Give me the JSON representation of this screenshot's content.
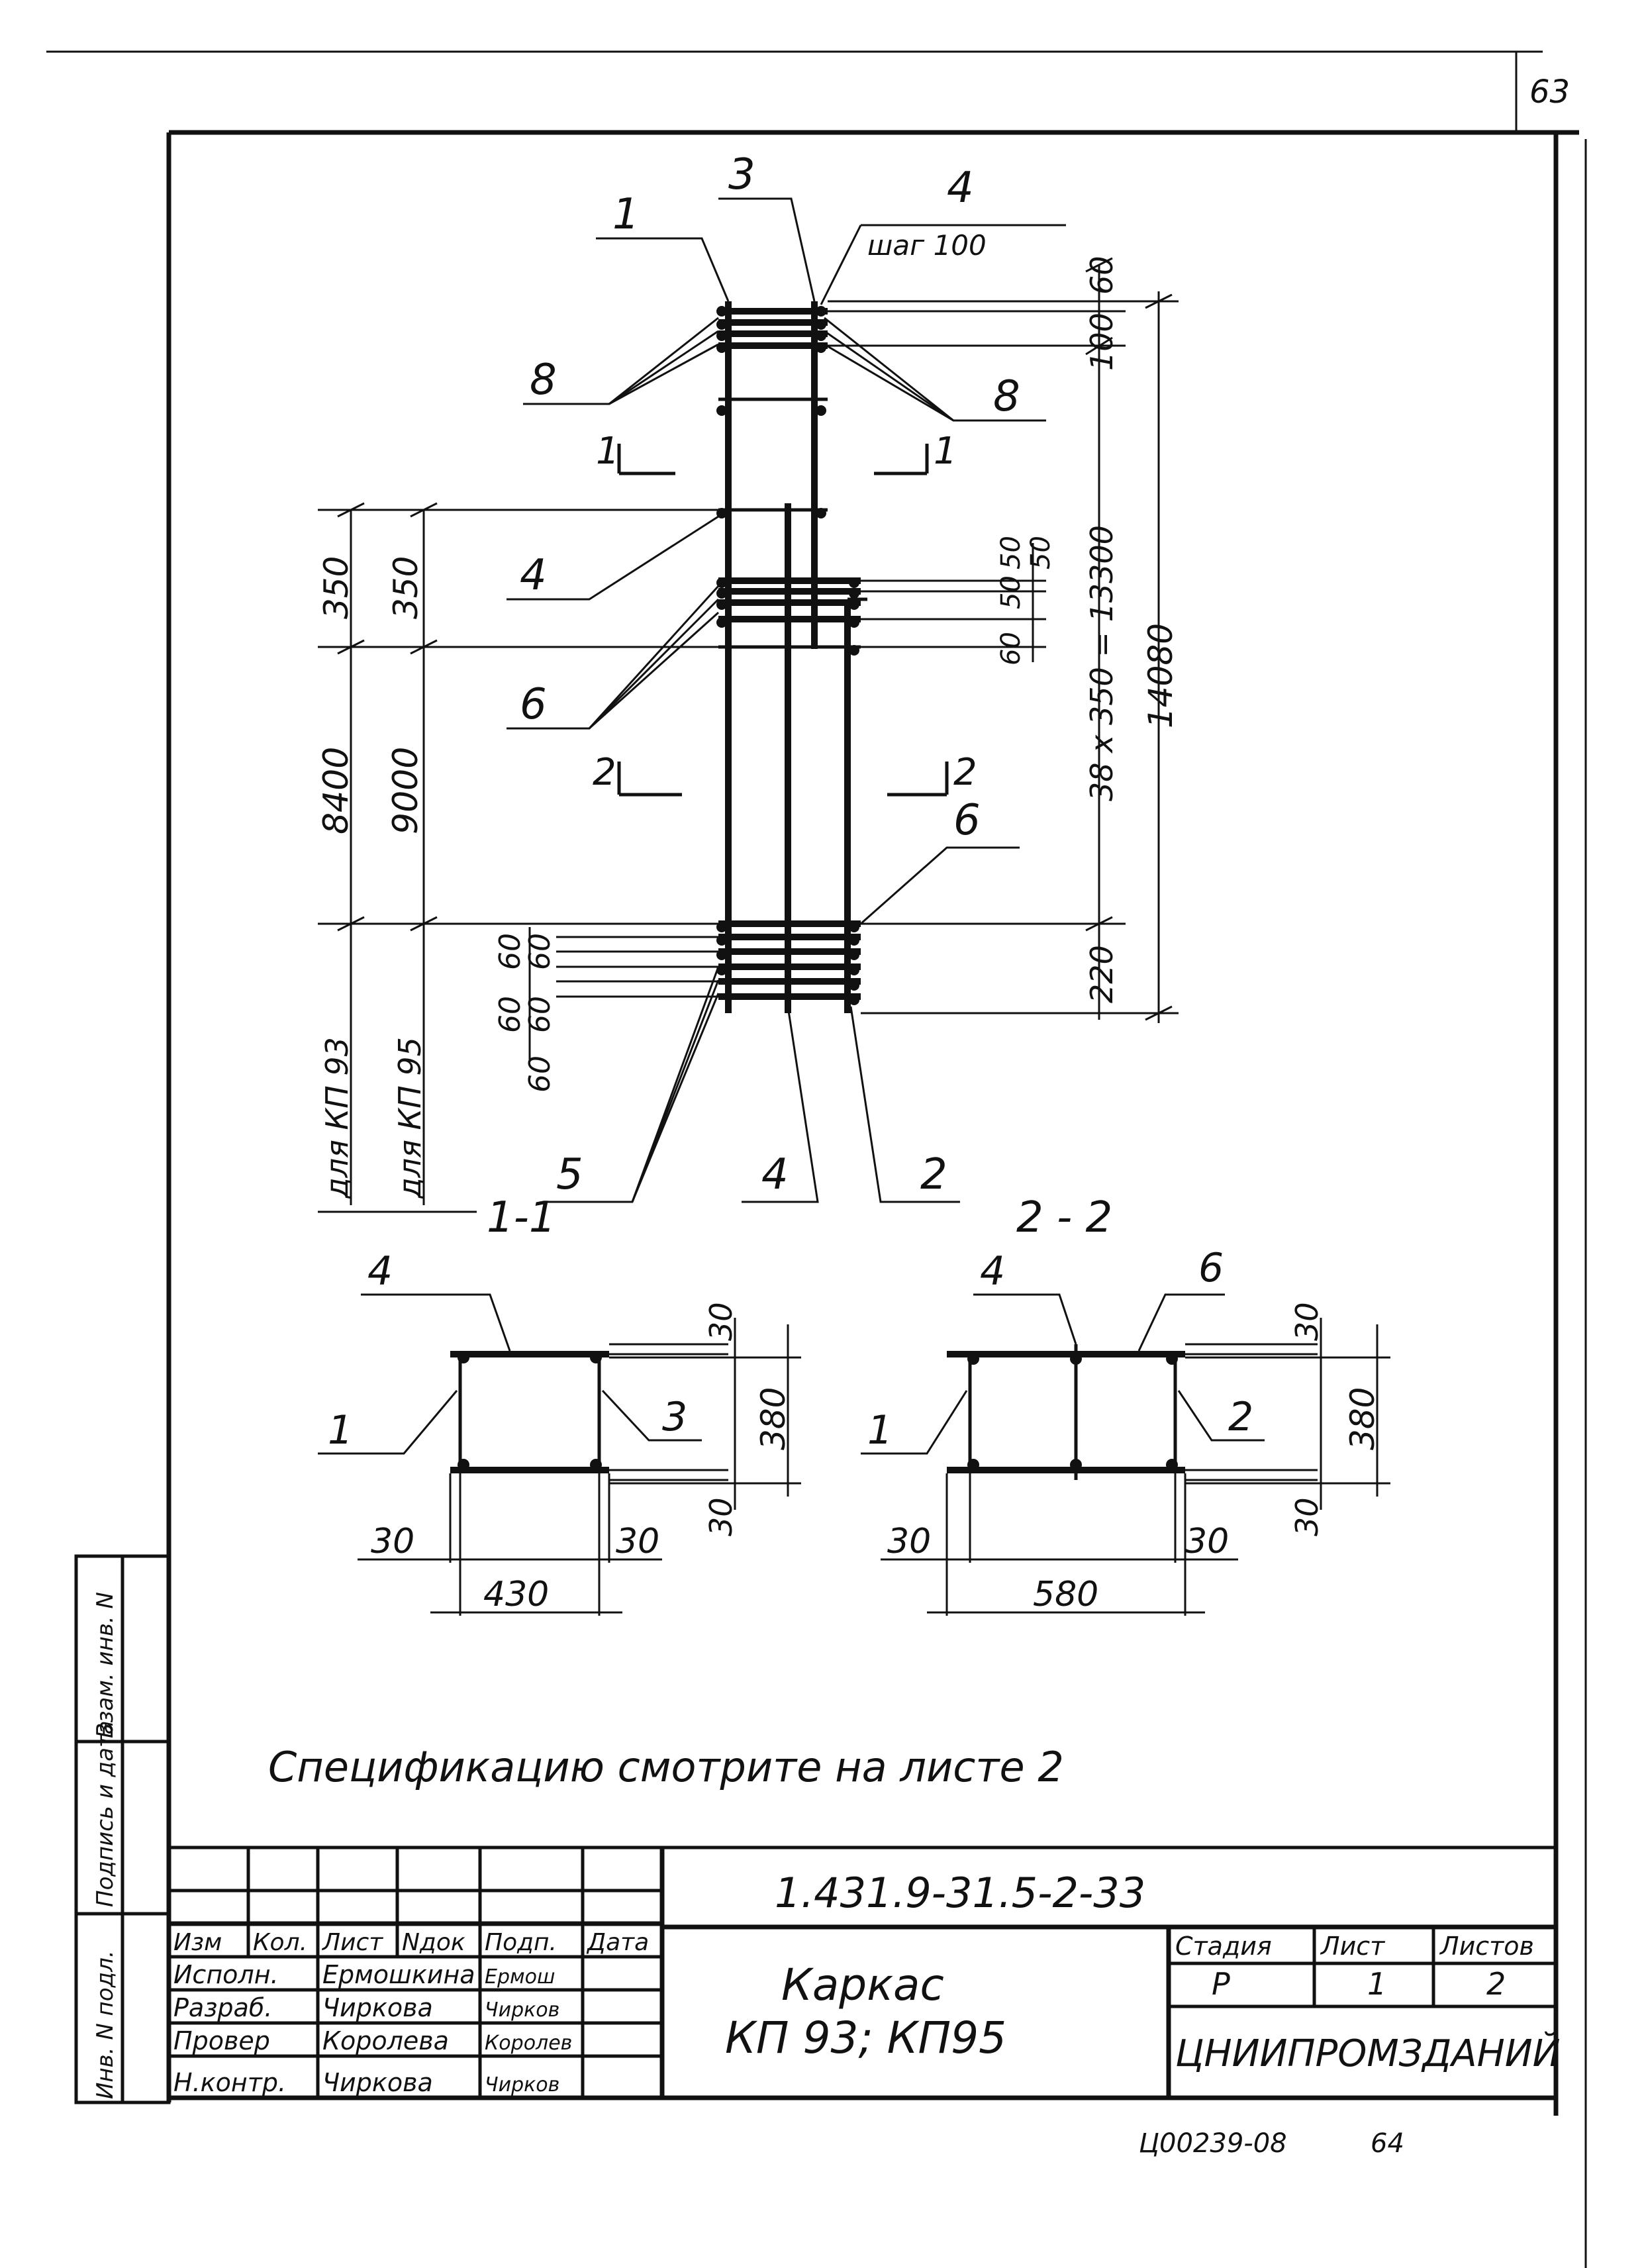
{
  "sheet_number_corner": "63",
  "drawing": {
    "callouts": {
      "top_1": "1",
      "top_3": "3",
      "top_4": "4",
      "step": "шаг 100",
      "left_8": "8",
      "right_8": "8",
      "mid_4": "4",
      "mid_6": "6",
      "right_6": "6",
      "bot_5": "5",
      "bot_4": "4",
      "bot_2": "2"
    },
    "section_marks": {
      "s1_left": "1",
      "s1_right": "1",
      "s2_left": "2",
      "s2_right": "2"
    },
    "dims_right": {
      "d60": "60",
      "d100": "100",
      "d50a": "50",
      "d50b": "50",
      "d50c": "50",
      "d60b": "60",
      "d220": "220",
      "d_series": "38 x 350 = 13300",
      "d_total": "14080"
    },
    "dims_left": {
      "a350": "350",
      "b350": "350",
      "a8400": "8400",
      "b9000": "9000",
      "e60a": "60",
      "e60b": "60",
      "e60c": "60",
      "e60d": "60",
      "e60e": "60",
      "for_kp93": "для КП 93",
      "for_kp95": "для КП 95"
    },
    "section11": {
      "title": "1-1",
      "c4": "4",
      "c1": "1",
      "c3": "3",
      "dim30_top": "30",
      "dim380": "380",
      "dim30_bot": "30",
      "dim30_left": "30",
      "dim30_right": "30",
      "dim430": "430"
    },
    "section22": {
      "title": "2 - 2",
      "c4": "4",
      "c6": "6",
      "c1": "1",
      "c2": "2",
      "dim30_top": "30",
      "dim380": "380",
      "dim30_bot": "30",
      "dim30_left": "30",
      "dim30_right": "30",
      "dim580": "580"
    },
    "note": "Спецификацию смотрите на листе 2"
  },
  "side_stamp": {
    "inv_orig": "Инв. N подл.",
    "sign_date": "Подпись и дата",
    "vzam_inv": "Взам. инв. N"
  },
  "title_block": {
    "code": "1.431.9-31.5-2-33",
    "headers": [
      "Изм",
      "Кол.",
      "Лист",
      "Nдок",
      "Подп.",
      "Дата"
    ],
    "rows": [
      {
        "role": "Исполн.",
        "name": "Ермошкина",
        "sign": "Ермош"
      },
      {
        "role": "Разраб.",
        "name": "Чиркова",
        "sign": "Чирков"
      },
      {
        "role": "Провер",
        "name": "Королева",
        "sign": "Королев"
      },
      {
        "role": "",
        "name": "",
        "sign": ""
      },
      {
        "role": "Н.контр.",
        "name": "Чиркова",
        "sign": "Чирков"
      }
    ],
    "name_line1": "Каркас",
    "name_line2": "КП 93;   КП95",
    "stage_label": "Стадия",
    "sheet_label": "Лист",
    "sheets_label": "Листов",
    "stage": "Р",
    "sheet": "1",
    "sheets": "2",
    "org": "ЦНИИПРОМЗДАНИЙ"
  },
  "footer": {
    "archive": "Ц00239-08",
    "page": "64"
  }
}
